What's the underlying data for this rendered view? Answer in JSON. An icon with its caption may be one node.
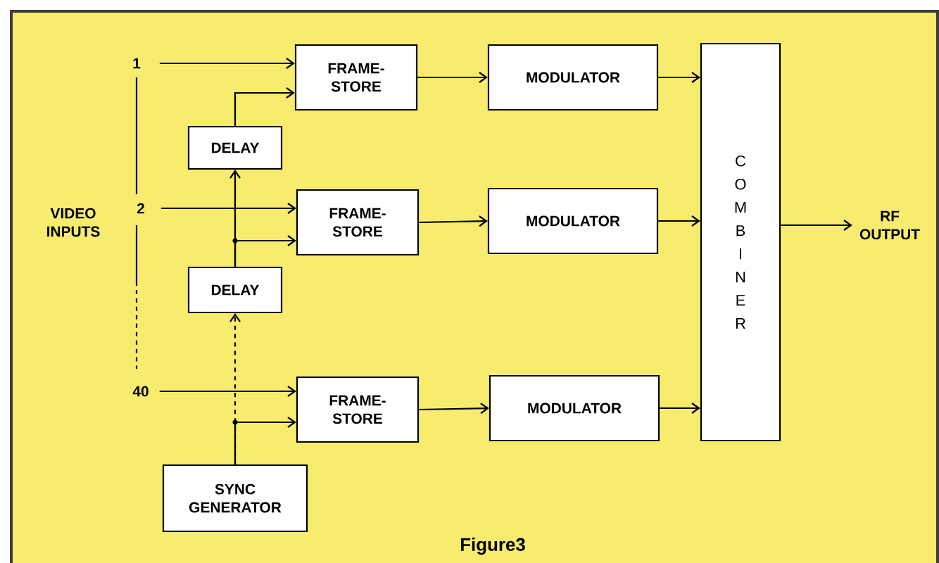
{
  "diagram": {
    "caption": "Figure3",
    "nodes": [
      {
        "text": [
          "1"
        ]
      },
      {
        "text": [
          "2"
        ]
      },
      {
        "text": [
          "40"
        ]
      },
      {
        "text": [
          "FRAME- STORE"
        ]
      },
      {
        "text": [
          "FRAME- STORE"
        ]
      },
      {
        "text": [
          "FRAME- STORE"
        ]
      },
      {
        "text": [
          "MODULATOR"
        ]
      },
      {
        "text": [
          "MODULATOR"
        ]
      },
      {
        "text": [
          "MODULATOR"
        ]
      },
      {
        "text": [
          "COMBINER"
        ]
      },
      {
        "text": [
          "RF OUTPUT"
        ]
      },
      {
        "text": [
          "DELAY"
        ]
      },
      {
        "text": [
          "DELAY"
        ]
      },
      {
        "text": [
          "SYNC GENERATOR"
        ]
      }
    ],
    "edges": [
      {
        "from": 0,
        "to": 3,
        "arrow": "to"
      },
      {
        "from": 1,
        "to": 4,
        "arrow": "to"
      },
      {
        "from": 2,
        "to": 5,
        "arrow": "to"
      },
      {
        "from": 3,
        "to": 6,
        "arrow": "to"
      },
      {
        "from": 4,
        "to": 7,
        "arrow": "to"
      },
      {
        "from": 5,
        "to": 8,
        "arrow": "to"
      },
      {
        "from": 6,
        "to": 9,
        "arrow": "to"
      },
      {
        "from": 7,
        "to": 9,
        "arrow": "to"
      },
      {
        "from": 8,
        "to": 9,
        "arrow": "to"
      },
      {
        "from": 9,
        "to": 10,
        "arrow": "to"
      },
      {
        "from": 11,
        "to": 3,
        "arrow": "to"
      },
      {
        "from": 12,
        "to": 4,
        "arrow": "to"
      },
      {
        "from": 12,
        "to": 11,
        "arrow": "to"
      },
      {
        "from": 13,
        "to": 12,
        "arrow": "to",
        "style": "dashed"
      },
      {
        "from": 13,
        "to": 5,
        "arrow": "to"
      }
    ],
    "labels": [
      "VIDEO INPUTS"
    ]
  }
}
